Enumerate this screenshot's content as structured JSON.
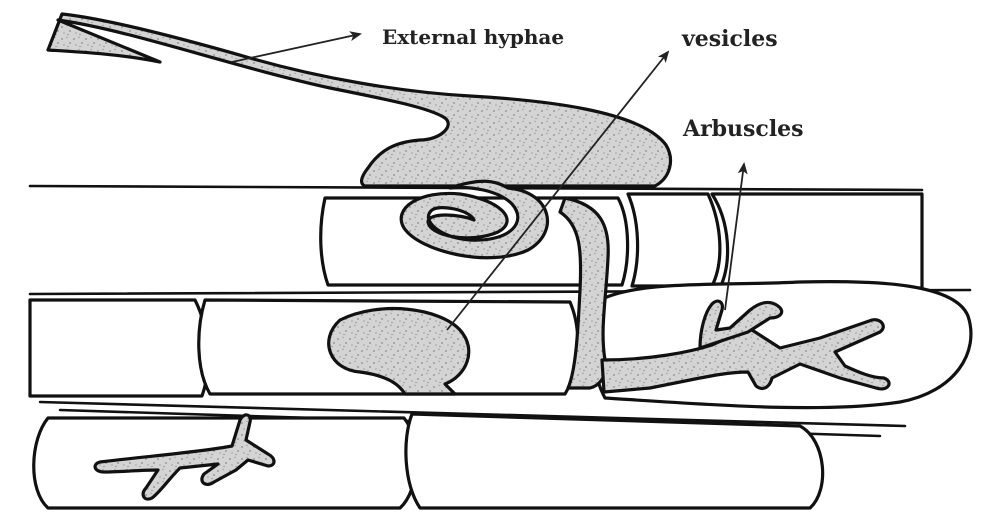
{
  "labels": {
    "external_hyphae": "External hyphae",
    "vesicles": "vesicles",
    "arbuscles": "Arbuscles"
  },
  "colors": {
    "outline": "#111111",
    "hypha_fill": "#cfcfcf",
    "background": "#ffffff"
  }
}
